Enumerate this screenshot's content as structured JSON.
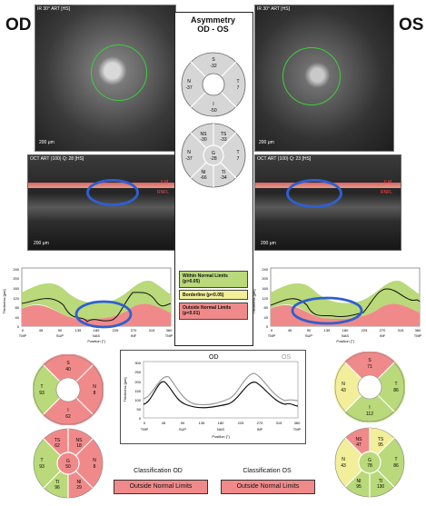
{
  "header": {
    "od_label": "OD",
    "os_label": "OS",
    "asymmetry_title_line1": "Asymmetry",
    "asymmetry_title_line2": "OD - OS"
  },
  "fundus": {
    "od_caption": "IR 30° ART [HS]",
    "os_caption": "IR 30° ART [HS]",
    "scale": "200 μm"
  },
  "oct": {
    "od_caption": "OCT ART (100) Q: 28 [HS]",
    "os_caption": "OCT ART (100) Q: 23 [HS]",
    "layer_ilm": "ILM",
    "layer_rnfl": "RNFL",
    "scale": "200 μm"
  },
  "asymmetry": {
    "quadrants": {
      "S": "-32",
      "N": "-37",
      "T": "7",
      "I": "-50"
    },
    "sectors": {
      "NS": "-30",
      "TS": "-33",
      "N": "-37",
      "G": "-28",
      "T": "7",
      "NI": "-66",
      "TI": "-34"
    }
  },
  "legend": {
    "within": "Within Normal Limits (p>0.05)",
    "borderline": "Borderline (p<0.05)",
    "outside": "Outside Normal Limits (p<0.01)"
  },
  "profile_axis": {
    "ylabel": "Thickness [μm]",
    "xlabel": "Position [°]",
    "y_ticks": [
      "240",
      "200",
      "160",
      "120",
      "80",
      "40",
      "0"
    ],
    "x_ticks": [
      "0",
      "45",
      "90",
      "135",
      "180",
      "225",
      "270",
      "315",
      "360"
    ],
    "regions": [
      "TMP",
      "SUP",
      "NAS",
      "INF",
      "TMP"
    ]
  },
  "compare_chart": {
    "od_label": "OD",
    "os_label": "OS",
    "ylabel": "Thickness [μm]",
    "xlabel": "Position [°]",
    "y_ticks": [
      "300",
      "250",
      "200",
      "150",
      "100",
      "50",
      "0"
    ],
    "x_ticks": [
      "0",
      "45",
      "90",
      "135",
      "180",
      "225",
      "270",
      "315",
      "360"
    ],
    "regions": [
      "TMP",
      "SUP",
      "NAS",
      "INF",
      "TMP"
    ]
  },
  "od_quadrants": {
    "S": "40",
    "T": "93",
    "N": "8",
    "I": "62"
  },
  "od_sectors": {
    "TS": "62",
    "NS": "18",
    "T": "93",
    "G": "50",
    "N": "8",
    "TI": "96",
    "NI": "29"
  },
  "os_quadrants": {
    "S": "71",
    "T": "86",
    "N": "43",
    "I": "112"
  },
  "os_sectors": {
    "NS": "47",
    "TS": "95",
    "N": "43",
    "G": "78",
    "T": "86",
    "NI": "95",
    "TI": "130"
  },
  "classification": {
    "od_title": "Classification OD",
    "os_title": "Classification OS",
    "od_value": "Outside Normal Limits",
    "os_value": "Outside Normal Limits"
  },
  "colors": {
    "within": "#b9d97a",
    "borderline": "#f2ee9a",
    "outside": "#f08a8a",
    "gray": "#d6d6d6",
    "green_circle": "#3bd13b",
    "blue_oval": "#2f5fd0"
  }
}
